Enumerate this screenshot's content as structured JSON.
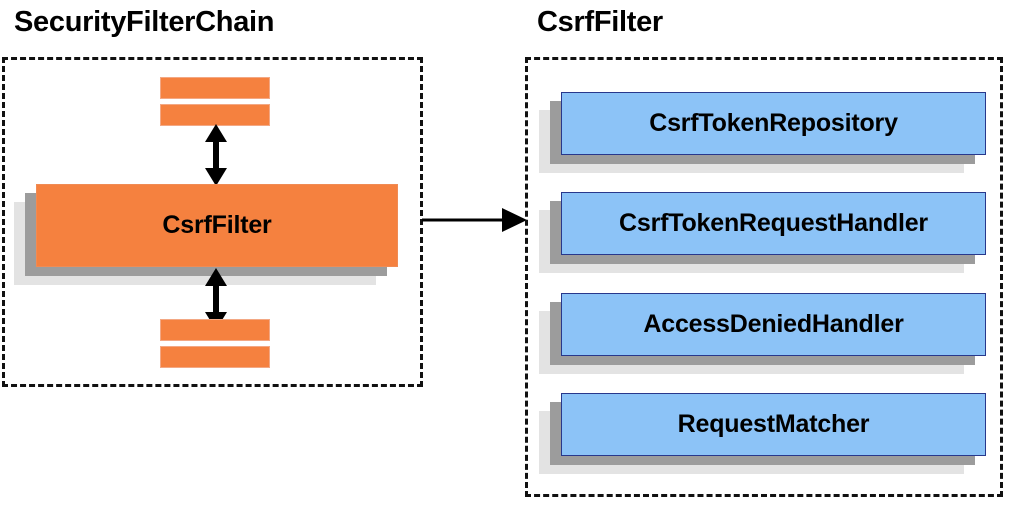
{
  "diagram": {
    "title_left": "SecurityFilterChain",
    "title_right": "CsrfFilter",
    "left_panel": {
      "main_node_label": "CsrfFilter",
      "filter_bars_top": [
        "",
        ""
      ],
      "filter_bars_bottom": [
        "",
        ""
      ],
      "arrow_up_name": "bidirectional-arrow-top",
      "arrow_down_name": "bidirectional-arrow-bottom"
    },
    "right_panel": {
      "nodes": [
        {
          "label": "CsrfTokenRepository"
        },
        {
          "label": "CsrfTokenRequestHandler"
        },
        {
          "label": "AccessDeniedHandler"
        },
        {
          "label": "RequestMatcher"
        }
      ]
    },
    "connector_label": ""
  },
  "colors": {
    "orange": "#f5813f",
    "orange_border": "#f08b54",
    "blue": "#8cc3f7",
    "blue_border": "#28388c",
    "shadow_dark": "#9c9c9c",
    "shadow_light": "#e3e3e3",
    "outline": "#111111",
    "text": "#000000",
    "background": "#ffffff"
  }
}
